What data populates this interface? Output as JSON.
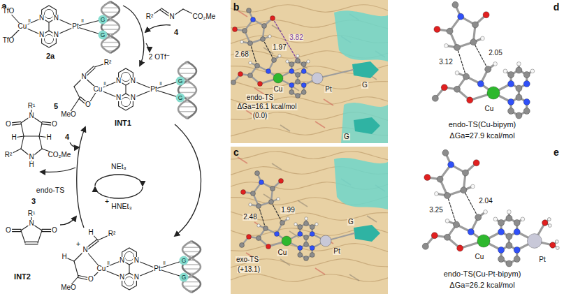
{
  "diagram": {
    "nodes": [
      {
        "text": [
          "b",
          "2.68",
          "1.97",
          "3.82",
          "endo-TS",
          "ΔGa=16.1 kcal/mol",
          "(0.0)",
          "Cu",
          "Pt",
          "G",
          "G"
        ]
      },
      {
        "text": [
          "c",
          "2.48",
          "1.99",
          "exo-TS",
          "(+13.1)",
          "Cu",
          "Pt",
          "G"
        ]
      }
    ],
    "labels": [
      "a",
      "TfO",
      "TfO",
      "Cu",
      "II",
      "N",
      "N",
      "N",
      "N",
      "Pt",
      "II",
      "G",
      "G",
      "2a",
      "R²",
      "N",
      "CO₂Me",
      "4",
      "2 OTf⁻",
      "Cu",
      "II",
      "N",
      "N",
      "N",
      "N",
      "Pt",
      "II",
      "G",
      "G",
      "R²",
      "N",
      "O",
      "MeO",
      "INT1",
      "5",
      "R¹",
      "N",
      "O",
      "O",
      "H",
      "H",
      "R²",
      "N",
      "H",
      "CO₂Me",
      "4",
      "endo-TS",
      "3",
      "R¹",
      "N",
      "O",
      "O",
      "NEt₃",
      "HNEt₃",
      "+",
      "Cu",
      "II",
      "N",
      "N",
      "N",
      "N",
      "Pt",
      "II",
      "G",
      "G",
      "R²",
      "H",
      "N",
      "+",
      "H",
      "O",
      "MeO",
      "INT2",
      "d",
      "3.12",
      "2.05",
      "Cu",
      "endo-TS(Cu-bipym)",
      "ΔGa=27.9 kcal/mol",
      "e",
      "3.25",
      "2.04",
      "Cu",
      "Pt",
      "endo-TS(Cu-Pt-bipym)",
      "ΔGa=26.2 kcal/mol"
    ]
  }
}
